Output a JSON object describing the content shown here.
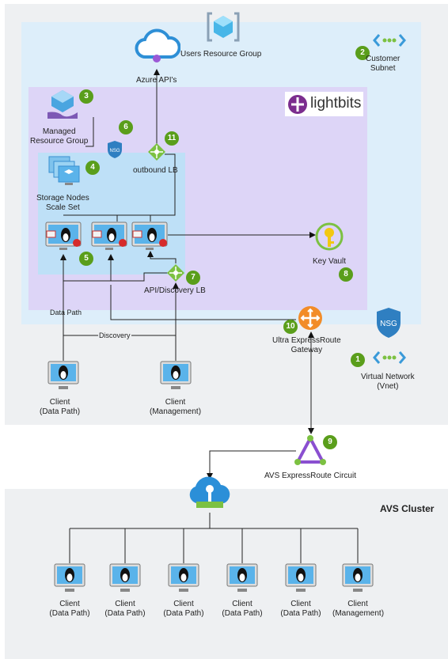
{
  "groups": {
    "users_resource_group": "Users Resource Group",
    "customer_subnet": "Customer\nSubnet",
    "managed_resource_group": "Managed\nResource Group",
    "storage_nodes": "Storage Nodes\nScale Set",
    "virtual_network": "Virtual Network\n(Vnet)",
    "avs_cluster": "AVS Cluster"
  },
  "components": {
    "azure_apis": "Azure API's",
    "outbound_lb": "outbound LB",
    "api_discovery_lb": "API/Discovery LB",
    "key_vault": "Key Vault",
    "expressroute_gateway": "Ultra ExpressRoute\nGateway",
    "avs_circuit": "AVS ExpressRoute Circuit",
    "nsg": "NSG",
    "lightbits_logo": "lightbits"
  },
  "edge_labels": {
    "data_path": "Data Path",
    "discovery": "Discovery"
  },
  "clients": {
    "vnet_data": "Client\n(Data Path)",
    "vnet_mgmt": "Client\n(Management)",
    "avs": [
      "Client\n(Data Path)",
      "Client\n(Data Path)",
      "Client\n(Data Path)",
      "Client\n(Data Path)",
      "Client\n(Data Path)",
      "Client\n(Management)"
    ]
  },
  "badges": {
    "vnet": "1",
    "subnet": "2",
    "managed_rg": "3",
    "scale_set": "4",
    "nodes": "5",
    "nsg": "6",
    "api_lb": "7",
    "key_vault": "8",
    "circuit": "9",
    "gateway": "10",
    "outbound_lb": "11"
  },
  "colors": {
    "vnet_bg": "#eef0f2",
    "users_rg_bg": "#ddeefa",
    "lightbits_bg": "#ddd5f7",
    "scale_set_bg": "#bee0f7",
    "badge": "#5a9e1b",
    "avs_bg": "#eef0f2"
  }
}
